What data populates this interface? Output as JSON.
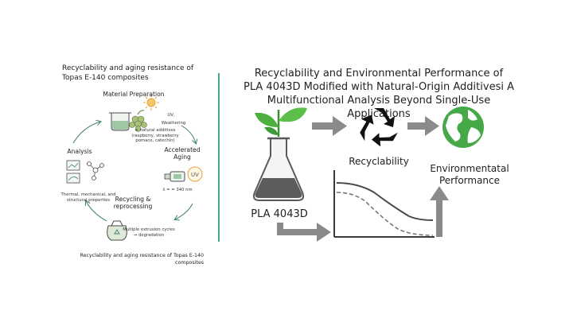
{
  "left_panel": {
    "title": "Recyclability and aging resistance of Topas E-140 composites",
    "cycle": {
      "material_preparation": {
        "label": "Material Preparation",
        "uv": "UV,",
        "weathering": "Weathering",
        "additives": "+ natural additives (raspberry, strawberry pomace, catechin)"
      },
      "accelerated_aging": {
        "label": "Accelerated Aging",
        "wavelength": "λ = = 340 nm"
      },
      "recycling": {
        "label": "Recycling & reprocessing",
        "note": "Multiple extrusion cycles → degradation"
      },
      "analysis": {
        "label": "Analysis",
        "note": "Thermal, mechanical, and structural properties"
      }
    },
    "caption": "Recyclability and aging resistance of Topas E-140 composites"
  },
  "right_panel": {
    "title": "Recyclability and Environmental Performance of PLA 4043D Modified with Natural-Origin Additivesi A Multifunctional Analysis Beyond Single-Use Applications",
    "flask_label": "PLA 4043D",
    "recyclability_label": "Recyclability",
    "environment_label": "Environmentatal Performance"
  },
  "colors": {
    "divider": "#3fa792",
    "leaf_green": "#4caf3e",
    "globe_green": "#46a948",
    "arrow_gray": "#8a8a8a",
    "flask_liquid": "#5c5c5c"
  },
  "icons": {
    "plant": "plant-sprout-icon",
    "flask": "erlenmeyer-flask-icon",
    "recycle": "recycle-icon",
    "globe": "earth-globe-icon",
    "sun": "sun-icon",
    "berries": "berries-icon",
    "uv_lamp": "uv-lamp-icon",
    "bag": "recycling-bag-icon",
    "charts": "analysis-chart-icon",
    "molecule": "molecule-icon"
  }
}
